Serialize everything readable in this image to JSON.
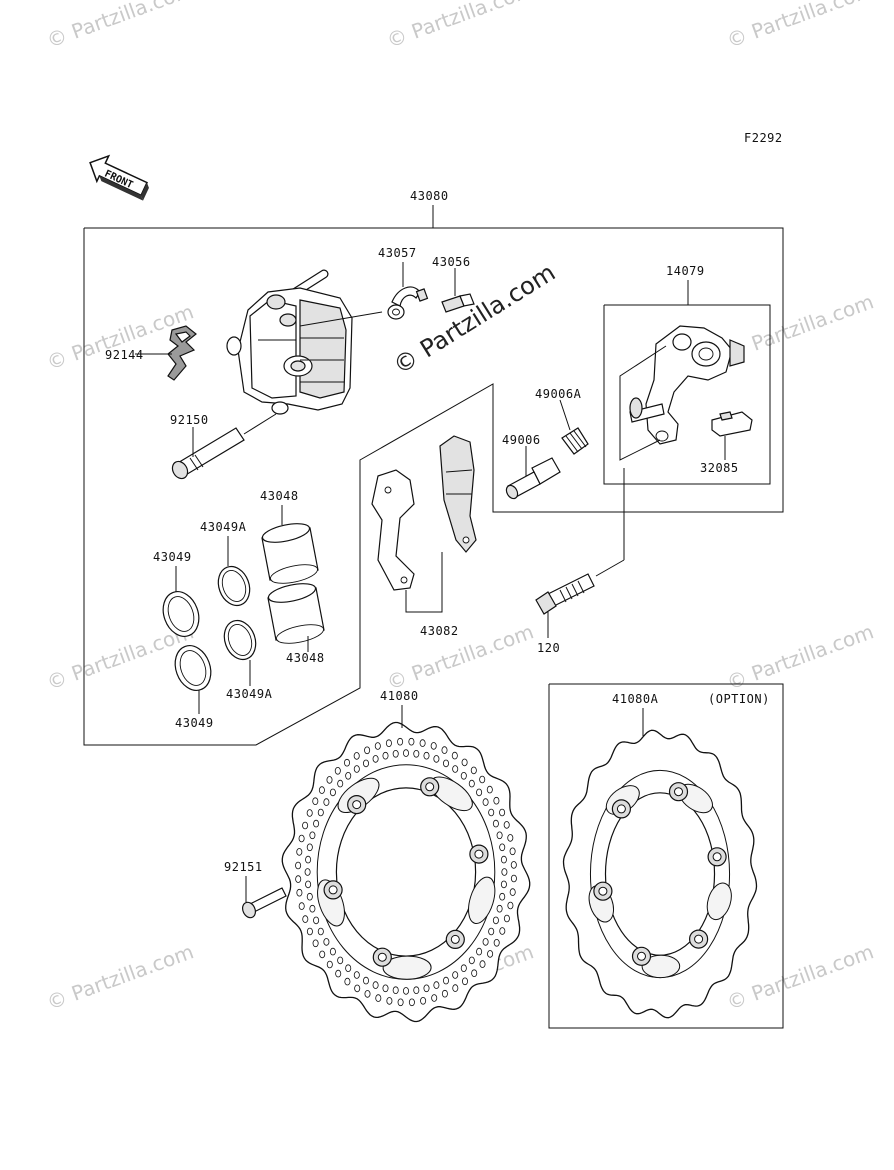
{
  "figure_code": "F2292",
  "front_label": "FRONT",
  "option_label": "(OPTION)",
  "watermark": "© Partzilla.com",
  "parts": {
    "p43080": "43080",
    "p43057": "43057",
    "p43056": "43056",
    "p14079": "14079",
    "p92144": "92144",
    "p92150": "92150",
    "p49006A": "49006A",
    "p49006": "49006",
    "p32085": "32085",
    "p43048a": "43048",
    "p43049Aa": "43049A",
    "p43049a": "43049",
    "p43048b": "43048",
    "p43049Ab": "43049A",
    "p43049b": "43049",
    "p43082": "43082",
    "p120": "120",
    "p41080": "41080",
    "p41080A": "41080A",
    "p92151": "92151"
  }
}
